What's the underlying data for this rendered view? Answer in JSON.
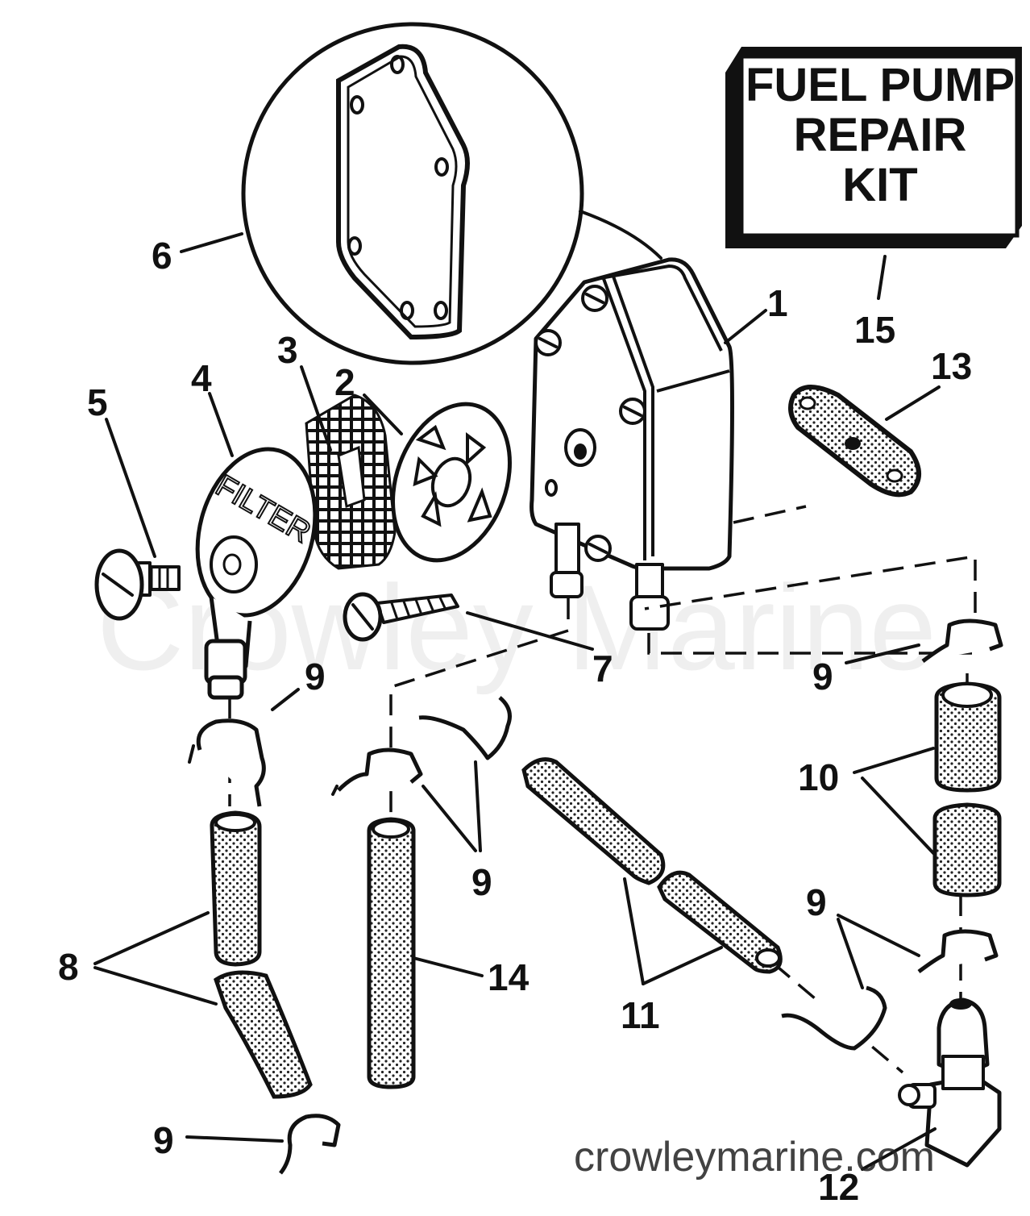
{
  "kit": {
    "line1": "FUEL PUMP",
    "line2": "REPAIR",
    "line3": "KIT"
  },
  "watermark": {
    "main": "Crowley Marine",
    "url": "crowleymarine.com"
  },
  "part_labels": {
    "p1": "1",
    "p2": "2",
    "p3": "3",
    "p4": "4",
    "p5": "5",
    "p6": "6",
    "p7": "7",
    "p8": "8",
    "p9a": "9",
    "p9b": "9",
    "p9c": "9",
    "p9d": "9",
    "p9e": "9",
    "p10": "10",
    "p11": "11",
    "p12": "12",
    "p13": "13",
    "p14": "14",
    "p15": "15"
  },
  "filter_cover_text": "FILTER"
}
